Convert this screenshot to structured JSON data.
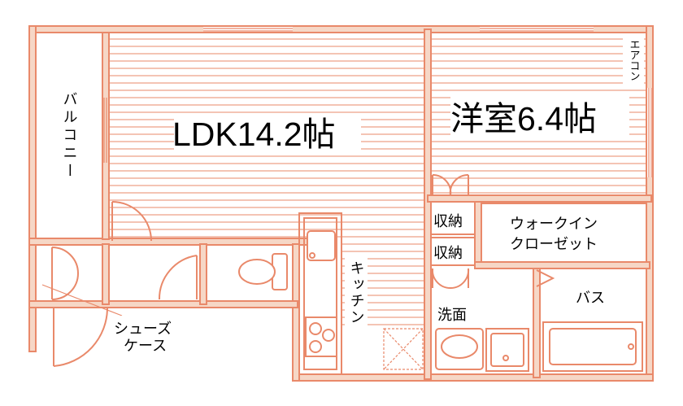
{
  "rooms": {
    "ldk": "LDK14.2帖",
    "western": "洋室6.4帖",
    "balcony": "バルコニー",
    "aircon": "エアコン",
    "storage_1": "収納",
    "storage_2": "収納",
    "walkin_line1": "ウォークイン",
    "walkin_line2": "クローゼット",
    "kitchen": "キッチン",
    "washroom": "洗面",
    "bath": "バス",
    "shoes_line1": "シューズ",
    "shoes_line2": "ケース"
  },
  "colors": {
    "wall_stroke": "#e9896a",
    "wall_fill": "#f6d7c6",
    "text": "#000000"
  }
}
